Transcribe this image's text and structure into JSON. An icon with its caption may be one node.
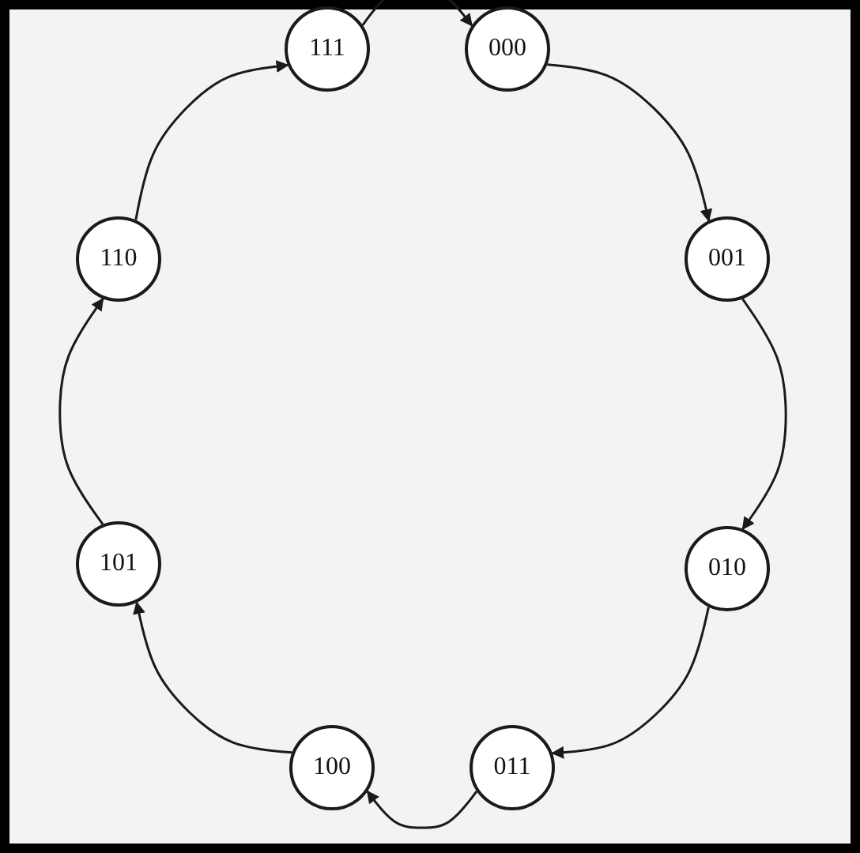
{
  "diagram": {
    "nodes": [
      {
        "text": [
          "111"
        ]
      },
      {
        "text": [
          "000"
        ]
      },
      {
        "text": [
          "001"
        ]
      },
      {
        "text": [
          "010"
        ]
      },
      {
        "text": [
          "011"
        ]
      },
      {
        "text": [
          "100"
        ]
      },
      {
        "text": [
          "101"
        ]
      },
      {
        "text": [
          "110"
        ]
      }
    ],
    "edges": [
      {
        "from": 1,
        "to": 2,
        "arrow": "to"
      },
      {
        "from": 2,
        "to": 3,
        "arrow": "to"
      },
      {
        "from": 3,
        "to": 4,
        "arrow": "to"
      },
      {
        "from": 4,
        "to": 5,
        "arrow": "to"
      },
      {
        "from": 5,
        "to": 6,
        "arrow": "to"
      },
      {
        "from": 6,
        "to": 7,
        "arrow": "to"
      },
      {
        "from": 7,
        "to": 0,
        "arrow": "to"
      },
      {
        "from": 0,
        "to": 1,
        "arrow": "to"
      }
    ]
  }
}
